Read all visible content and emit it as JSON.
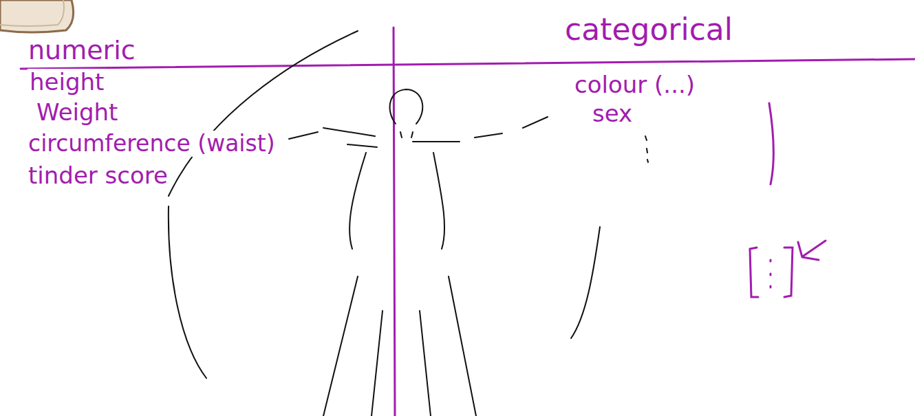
{
  "diagram": {
    "labels": [
      "numeric",
      "categorical",
      "height",
      "Weight",
      "circumference (waist)",
      "tinder score",
      "colour (...)",
      "sex"
    ]
  }
}
